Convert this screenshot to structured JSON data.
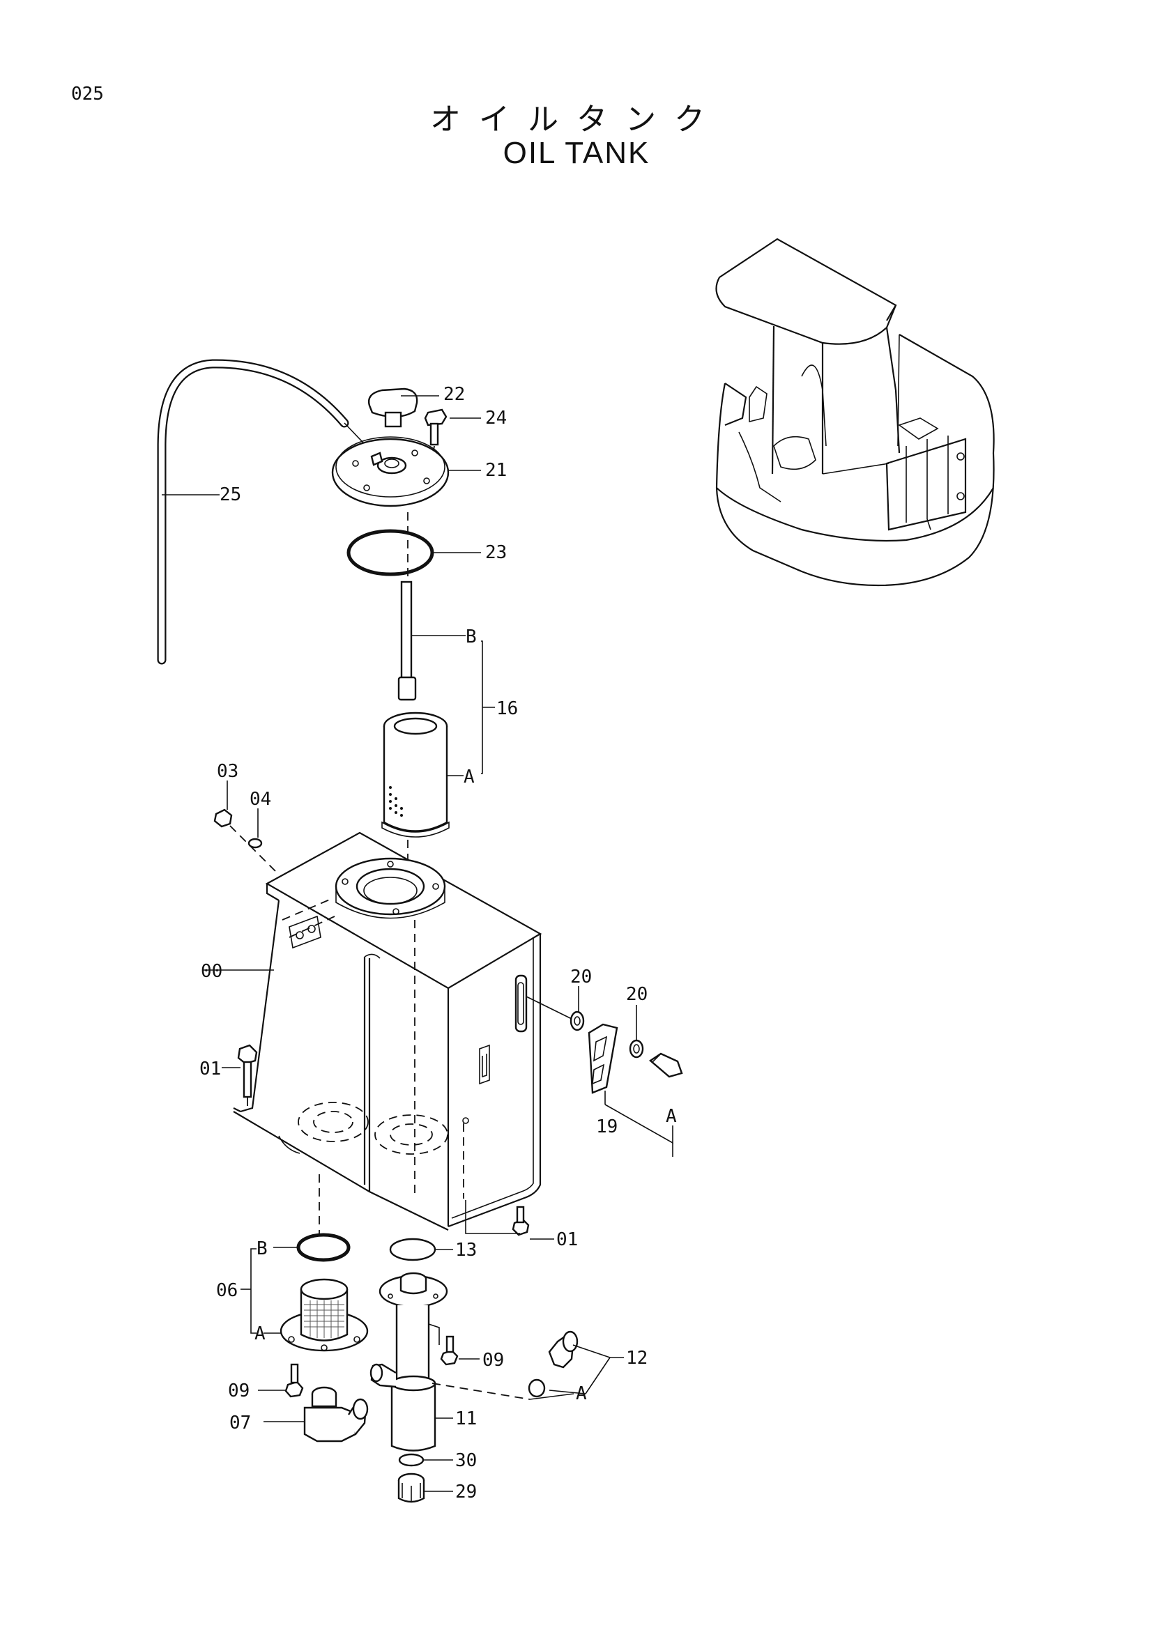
{
  "page": {
    "number": "025",
    "title_ja": "オイルタンク",
    "title_en": "OIL TANK"
  },
  "callouts": {
    "c22": "22",
    "c24": "24",
    "c21": "21",
    "c25": "25",
    "c23": "23",
    "c16": "16",
    "cB_top": "B",
    "cA_top": "A",
    "c03": "03",
    "c04": "04",
    "c00": "00",
    "c20a": "20",
    "c20b": "20",
    "c01a": "01",
    "cA_right": "A",
    "c19": "19",
    "c01b": "01",
    "c13": "13",
    "cB_bot": "B",
    "c06": "06",
    "cA_bot": "A",
    "c09a": "09",
    "c12": "12",
    "c09b": "09",
    "cA_pipe": "A",
    "c07": "07",
    "c11": "11",
    "c30": "30",
    "c29": "29"
  }
}
